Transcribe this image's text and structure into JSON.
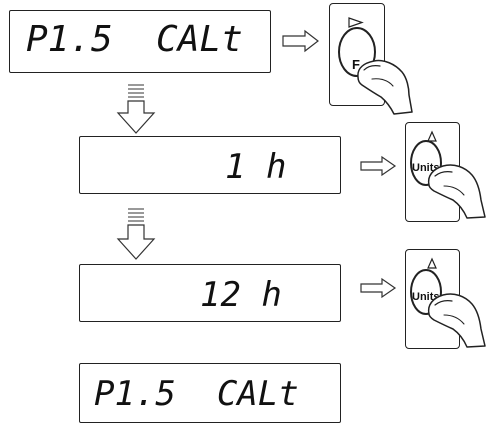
{
  "displays": [
    {
      "id": "lcd-1",
      "text": "P1.5  CALt"
    },
    {
      "id": "lcd-2",
      "text": "1 h"
    },
    {
      "id": "lcd-3",
      "text": "12 h"
    },
    {
      "id": "lcd-4",
      "text": "P1.5  CALt"
    }
  ],
  "keys": [
    {
      "label": "F",
      "indicator": "triangle-right-icon"
    },
    {
      "label": "Units",
      "indicator": "triangle-up-icon"
    },
    {
      "label": "Units",
      "indicator": "triangle-up-icon"
    }
  ]
}
